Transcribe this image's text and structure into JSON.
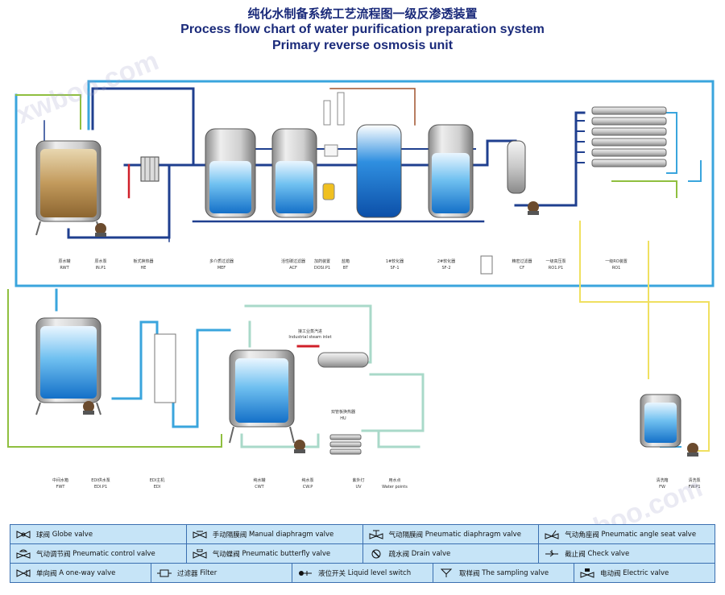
{
  "title": {
    "line1": "纯化水制备系统工艺流程图一级反渗透装置",
    "line2": "Process flow chart of water purification preparation system",
    "line3": "Primary reverse osmosis unit"
  },
  "equipment_labels": [
    {
      "cn": "原水罐",
      "en": "RWT"
    },
    {
      "cn": "原水泵",
      "en": "IN.P1"
    },
    {
      "cn": "板式换热器",
      "en": "HE"
    },
    {
      "cn": "多介质过滤器",
      "en": "MEF"
    },
    {
      "cn": "活性碳过滤器",
      "en": "ACF"
    },
    {
      "cn": "加药装置",
      "en": "DOSI.P1"
    },
    {
      "cn": "盐箱",
      "en": "BT"
    },
    {
      "cn": "1#软化器",
      "en": "SF-1"
    },
    {
      "cn": "2#软化器",
      "en": "SF-2"
    },
    {
      "cn": "精密过滤器",
      "en": "CF"
    },
    {
      "cn": "一级高压泵",
      "en": "RO1.P1"
    },
    {
      "cn": "一级RO装置",
      "en": "RO1"
    },
    {
      "cn": "中间水箱",
      "en": "FWT"
    },
    {
      "cn": "EDI供水泵",
      "en": "EDI.P1"
    },
    {
      "cn": "EDI主机",
      "en": "EDI"
    },
    {
      "cn": "纯水罐",
      "en": "CWT"
    },
    {
      "cn": "纯水泵",
      "en": "CW.P"
    },
    {
      "cn": "紫外灯",
      "en": "UV"
    },
    {
      "cn": "用水点",
      "en": "Water points"
    },
    {
      "cn": "清洗箱",
      "en": "FW"
    },
    {
      "cn": "清洗泵",
      "en": "FW.P1"
    }
  ],
  "steam_note": {
    "cn": "接工业蒸汽进",
    "en": "Industrial steam inlet"
  },
  "heat_exchanger_label": {
    "cn": "双管板换热器",
    "en": "HU"
  },
  "legend": [
    [
      {
        "icon": "globe-valve-icon",
        "cn": "球阀",
        "en": "Globe valve"
      },
      {
        "icon": "manual-diaphragm-valve-icon",
        "cn": "手动隔膜阀",
        "en": "Manual diaphragm valve"
      },
      {
        "icon": "pneumatic-diaphragm-valve-icon",
        "cn": "气动隔膜阀",
        "en": "Pneumatic diaphragm valve"
      },
      {
        "icon": "pneumatic-angle-seat-valve-icon",
        "cn": "气动角座阀",
        "en": "Pneumatic angle seat valve"
      }
    ],
    [
      {
        "icon": "pneumatic-control-valve-icon",
        "cn": "气动调节阀",
        "en": "Pneumatic control valve"
      },
      {
        "icon": "pneumatic-butterfly-valve-icon",
        "cn": "气动蝶阀",
        "en": "Pneumatic butterfly valve"
      },
      {
        "icon": "drain-valve-icon",
        "cn": "疏水阀",
        "en": "Drain valve"
      },
      {
        "icon": "check-valve-icon",
        "cn": "截止阀",
        "en": "Check valve"
      }
    ],
    [
      {
        "icon": "one-way-valve-icon",
        "cn": "单向阀",
        "en": "A one-way valve"
      },
      {
        "icon": "filter-icon",
        "cn": "过滤器",
        "en": "Filter"
      },
      {
        "icon": "liquid-level-switch-icon",
        "cn": "液位开关",
        "en": "Liquid level switch"
      },
      {
        "icon": "sampling-valve-icon",
        "cn": "取样阀",
        "en": "The sampling valve"
      },
      {
        "icon": "electric-valve-icon",
        "cn": "电动阀",
        "en": "Electric valve"
      }
    ]
  ],
  "watermarks": [
    "xwboo.com",
    "xwboo.com"
  ],
  "colors": {
    "pipe_dark": "#1f3f8f",
    "pipe_light": "#3aa5dd",
    "pipe_green": "#8fbf3f",
    "pipe_yellow": "#f0e060",
    "pipe_pale": "#a9d9c9",
    "legend_bg": "#c6e4f7",
    "title": "#1a2a7a"
  }
}
